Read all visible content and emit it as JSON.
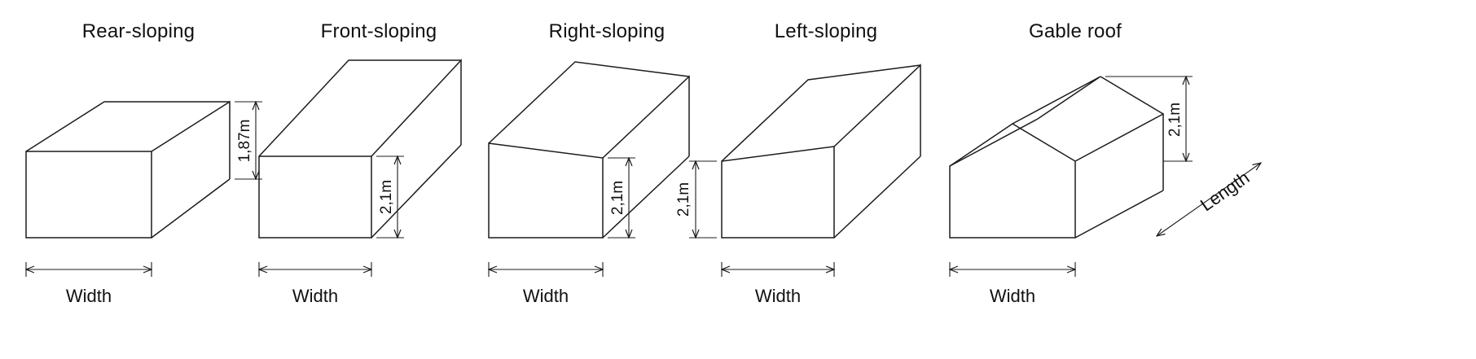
{
  "diagram": {
    "description_colors": {
      "line": "#1c1c1c",
      "text": "#111111",
      "background": "#ffffff"
    }
  },
  "figures": [
    {
      "id": "rear-sloping",
      "title": "Rear-sloping",
      "height_label": "1,87m",
      "width_label": "Width"
    },
    {
      "id": "front-sloping",
      "title": "Front-sloping",
      "height_label": "2,1m",
      "width_label": "Width"
    },
    {
      "id": "right-sloping",
      "title": "Right-sloping",
      "height_label": "2,1m",
      "width_label": "Width"
    },
    {
      "id": "left-sloping",
      "title": "Left-sloping",
      "height_label": "2,1m",
      "width_label": "Width"
    },
    {
      "id": "gable-roof",
      "title": "Gable roof",
      "height_label": "2,1m",
      "width_label": "Width",
      "length_label": "Length"
    }
  ]
}
